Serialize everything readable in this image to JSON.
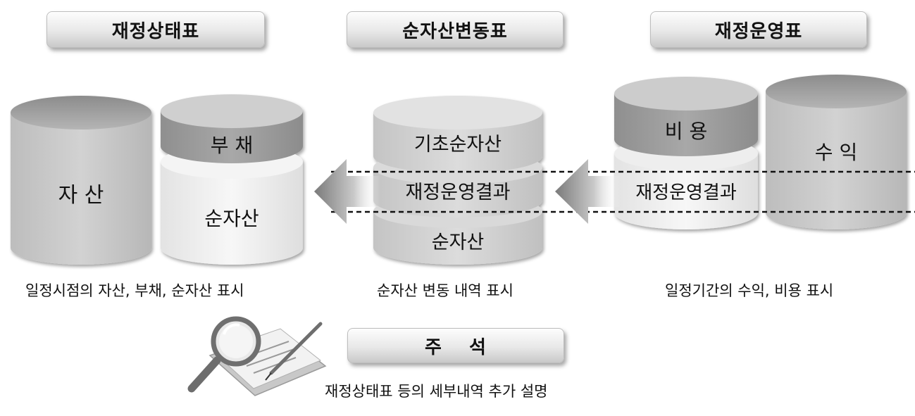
{
  "headers": {
    "statement_of_position": "재정상태표",
    "statement_of_changes": "순자산변동표",
    "statement_of_operations": "재정운영표",
    "notes": "주 석"
  },
  "position": {
    "assets": "자 산",
    "liabilities": "부 채",
    "net_assets": "순자산",
    "caption": "일정시점의 자산, 부채, 순자산 표시"
  },
  "changes": {
    "beginning_net_assets": "기초순자산",
    "operating_result": "재정운영결과",
    "net_assets": "순자산",
    "caption": "순자산 변동 내역 표시"
  },
  "operations": {
    "expenses": "비 용",
    "revenues": "수 익",
    "operating_result": "재정운영결과",
    "caption": "일정기간의 수익, 비용 표시"
  },
  "notes": {
    "caption": "재정상태표 등의 세부내역 추가 설명"
  },
  "icons": [
    "magnifier-icon",
    "document-pen-icon"
  ]
}
